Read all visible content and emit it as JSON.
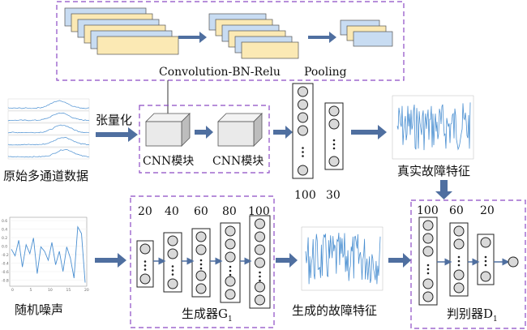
{
  "colors": {
    "dashed_box": "#8c4bc4",
    "arrow": "#4f6fa0",
    "layer_a": "#c8dcf2",
    "layer_b": "#fbe9b4",
    "wave": "#4a8fd1",
    "node": "#d9d9d9",
    "cube_front": "#eaeaea"
  },
  "texts": {
    "conv_label": "Convolution-BN-Relu",
    "pool_label": "Pooling",
    "tensorize": "张量化",
    "cnn1": "CNN模块",
    "cnn2": "CNN模块",
    "raw_data": "原始多通道数据",
    "real_feat": "真实故障特征",
    "fc_100": "100",
    "fc_30": "30",
    "noise": "随机噪声",
    "gen_feat": "生成的故障特征",
    "gen_name": "生成器G",
    "gen_sub": "1",
    "disc_name": "判别器D",
    "disc_sub": "1",
    "gen_sizes": [
      "20",
      "40",
      "60",
      "80",
      "100"
    ],
    "disc_sizes": [
      "100",
      "60",
      "20"
    ]
  },
  "noise_tick_labels": [
    "0.6",
    "0.4",
    "0.2",
    "0.0",
    "-0.2",
    "-0.4",
    "-0.6",
    "-0.8",
    "0",
    "5",
    "10",
    "15",
    "20"
  ]
}
